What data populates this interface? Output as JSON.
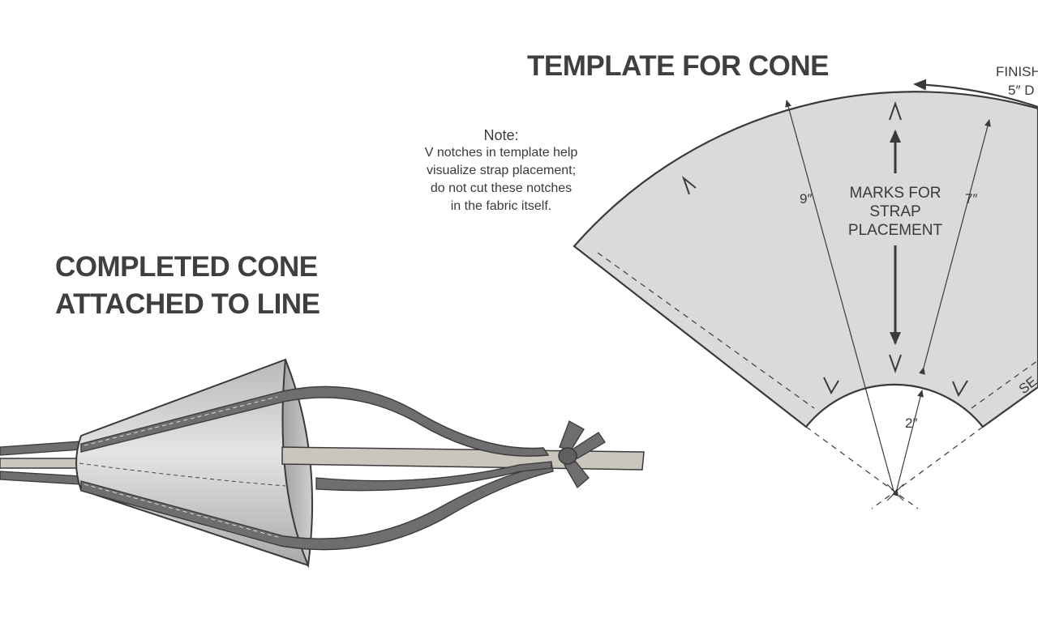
{
  "template_title": "TEMPLATE FOR CONE",
  "completed_title_line1": "COMPLETED CONE",
  "completed_title_line2": "ATTACHED TO LINE",
  "note": {
    "heading": "Note:",
    "lines": [
      "V notches in template help",
      "visualize strap placement;",
      "do not cut these notches",
      "in the fabric itself."
    ]
  },
  "marks_label": [
    "MARKS FOR",
    "STRAP",
    "PLACEMENT"
  ],
  "dimensions": {
    "outer_radius": "9″",
    "strap_length": "7″",
    "inner_radius": "2″"
  },
  "finished_label": [
    "FINISH",
    "5″ D"
  ],
  "seam_label": "SE",
  "colors": {
    "fabric_fill": "#dadada",
    "outline": "#3a3a3a",
    "strap": "#6e6e70",
    "line": "#cbc6bd",
    "text": "#3f3f3f"
  }
}
